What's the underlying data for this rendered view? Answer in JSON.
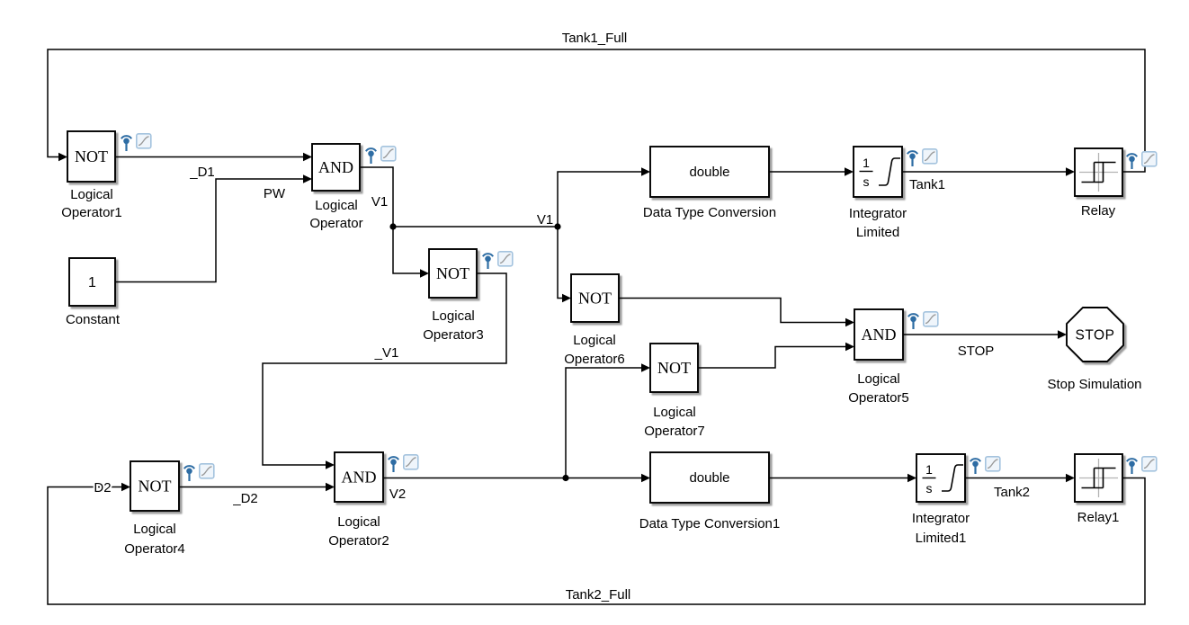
{
  "diagram": {
    "type": "Simulink block diagram",
    "background": "#ffffff"
  },
  "colors": {
    "wire": "#000000",
    "block_fill": "#ffffff",
    "block_border": "#000000",
    "badge_blue": "#2e6da4",
    "badge_box_fill": "#eff5fb",
    "badge_box_border": "#a4c3de",
    "relay_axis_gray": "#b3b3b3"
  },
  "blocks": {
    "logical_operator1": {
      "gate": "NOT",
      "name_line1": "Logical",
      "name_line2": "Operator1"
    },
    "logical_operator": {
      "gate": "AND",
      "name_line1": "Logical",
      "name_line2": "Operator"
    },
    "logical_operator2": {
      "gate": "AND",
      "name_line1": "Logical",
      "name_line2": "Operator2"
    },
    "logical_operator3": {
      "gate": "NOT",
      "name_line1": "Logical",
      "name_line2": "Operator3"
    },
    "logical_operator4": {
      "gate": "NOT",
      "name_line1": "Logical",
      "name_line2": "Operator4"
    },
    "logical_operator5": {
      "gate": "AND",
      "name_line1": "Logical",
      "name_line2": "Operator5"
    },
    "logical_operator6": {
      "gate": "NOT",
      "name_line1": "Logical",
      "name_line2": "Operator6"
    },
    "logical_operator7": {
      "gate": "NOT",
      "name_line1": "Logical",
      "name_line2": "Operator7"
    },
    "constant": {
      "value": "1",
      "name": "Constant"
    },
    "data_type_conversion": {
      "display": "double",
      "name": "Data Type Conversion"
    },
    "data_type_conversion1": {
      "display": "double",
      "name": "Data Type Conversion1"
    },
    "integrator_limited": {
      "numerator": "1",
      "denominator": "s",
      "name_line1": "Integrator",
      "name_line2": "Limited"
    },
    "integrator_limited1": {
      "numerator": "1",
      "denominator": "s",
      "name_line1": "Integrator",
      "name_line2": "Limited1"
    },
    "relay": {
      "name": "Relay"
    },
    "relay1": {
      "name": "Relay1"
    },
    "stop_simulation": {
      "display": "STOP",
      "name": "Stop Simulation"
    }
  },
  "signals": {
    "tank1_full": "Tank1_Full",
    "tank2_full": "Tank2_Full",
    "d1_inv": "_D1",
    "pw": "PW",
    "v1": "V1",
    "v1_branch": "V1",
    "v1_inv": "_V1",
    "d2": "D2",
    "d2_inv": "_D2",
    "v2": "V2",
    "tank1": "Tank1",
    "tank2": "Tank2",
    "stop": "STOP"
  },
  "badges": {
    "logging_icon": "antenna-icon",
    "viewer_icon": "scope-curve-icon"
  }
}
